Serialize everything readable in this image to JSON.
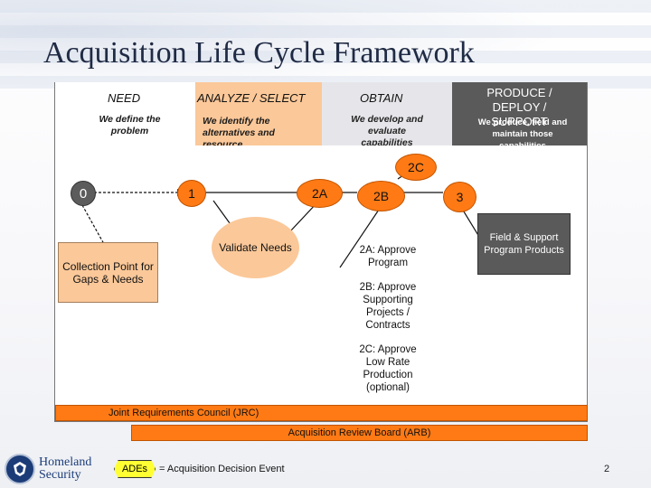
{
  "title": "Acquisition Life Cycle Framework",
  "phases": {
    "need": {
      "label": "NEED",
      "desc": "We define the problem"
    },
    "analyze": {
      "label": "ANALYZE / SELECT",
      "desc": "We identify the alternatives and resource requirements"
    },
    "obtain": {
      "label": "OBTAIN",
      "desc": "We develop and evaluate capabilities"
    },
    "produce": {
      "label": "PRODUCE / DEPLOY / SUPPORT",
      "desc": "We produce, field and maintain those capabilities"
    }
  },
  "events": {
    "e0": "0",
    "e1": "1",
    "e2a": "2A",
    "e2b": "2B",
    "e2c": "2C",
    "e3": "3"
  },
  "boxes": {
    "collection": "Collection Point for Gaps & Needs",
    "validate": "Validate Needs",
    "field": "Field & Support Program Products"
  },
  "approvals": [
    "2A: Approve Program",
    "2B: Approve Supporting Projects / Contracts",
    "2C: Approve Low Rate Production (optional)"
  ],
  "bars": {
    "jrc": "Joint Requirements Council (JRC)",
    "arb": "Acquisition Review Board (ARB)"
  },
  "legend": {
    "symbol": "ADEs",
    "text": "= Acquisition Decision Event"
  },
  "logo": {
    "line1": "Homeland",
    "line2": "Security"
  },
  "page_number": "2",
  "colors": {
    "orange": "#ff7a14",
    "peach": "#fbc899",
    "gray_dark": "#5a5a5a",
    "gray_light": "#e6e6ea",
    "ades_yellow": "#ffff33"
  }
}
